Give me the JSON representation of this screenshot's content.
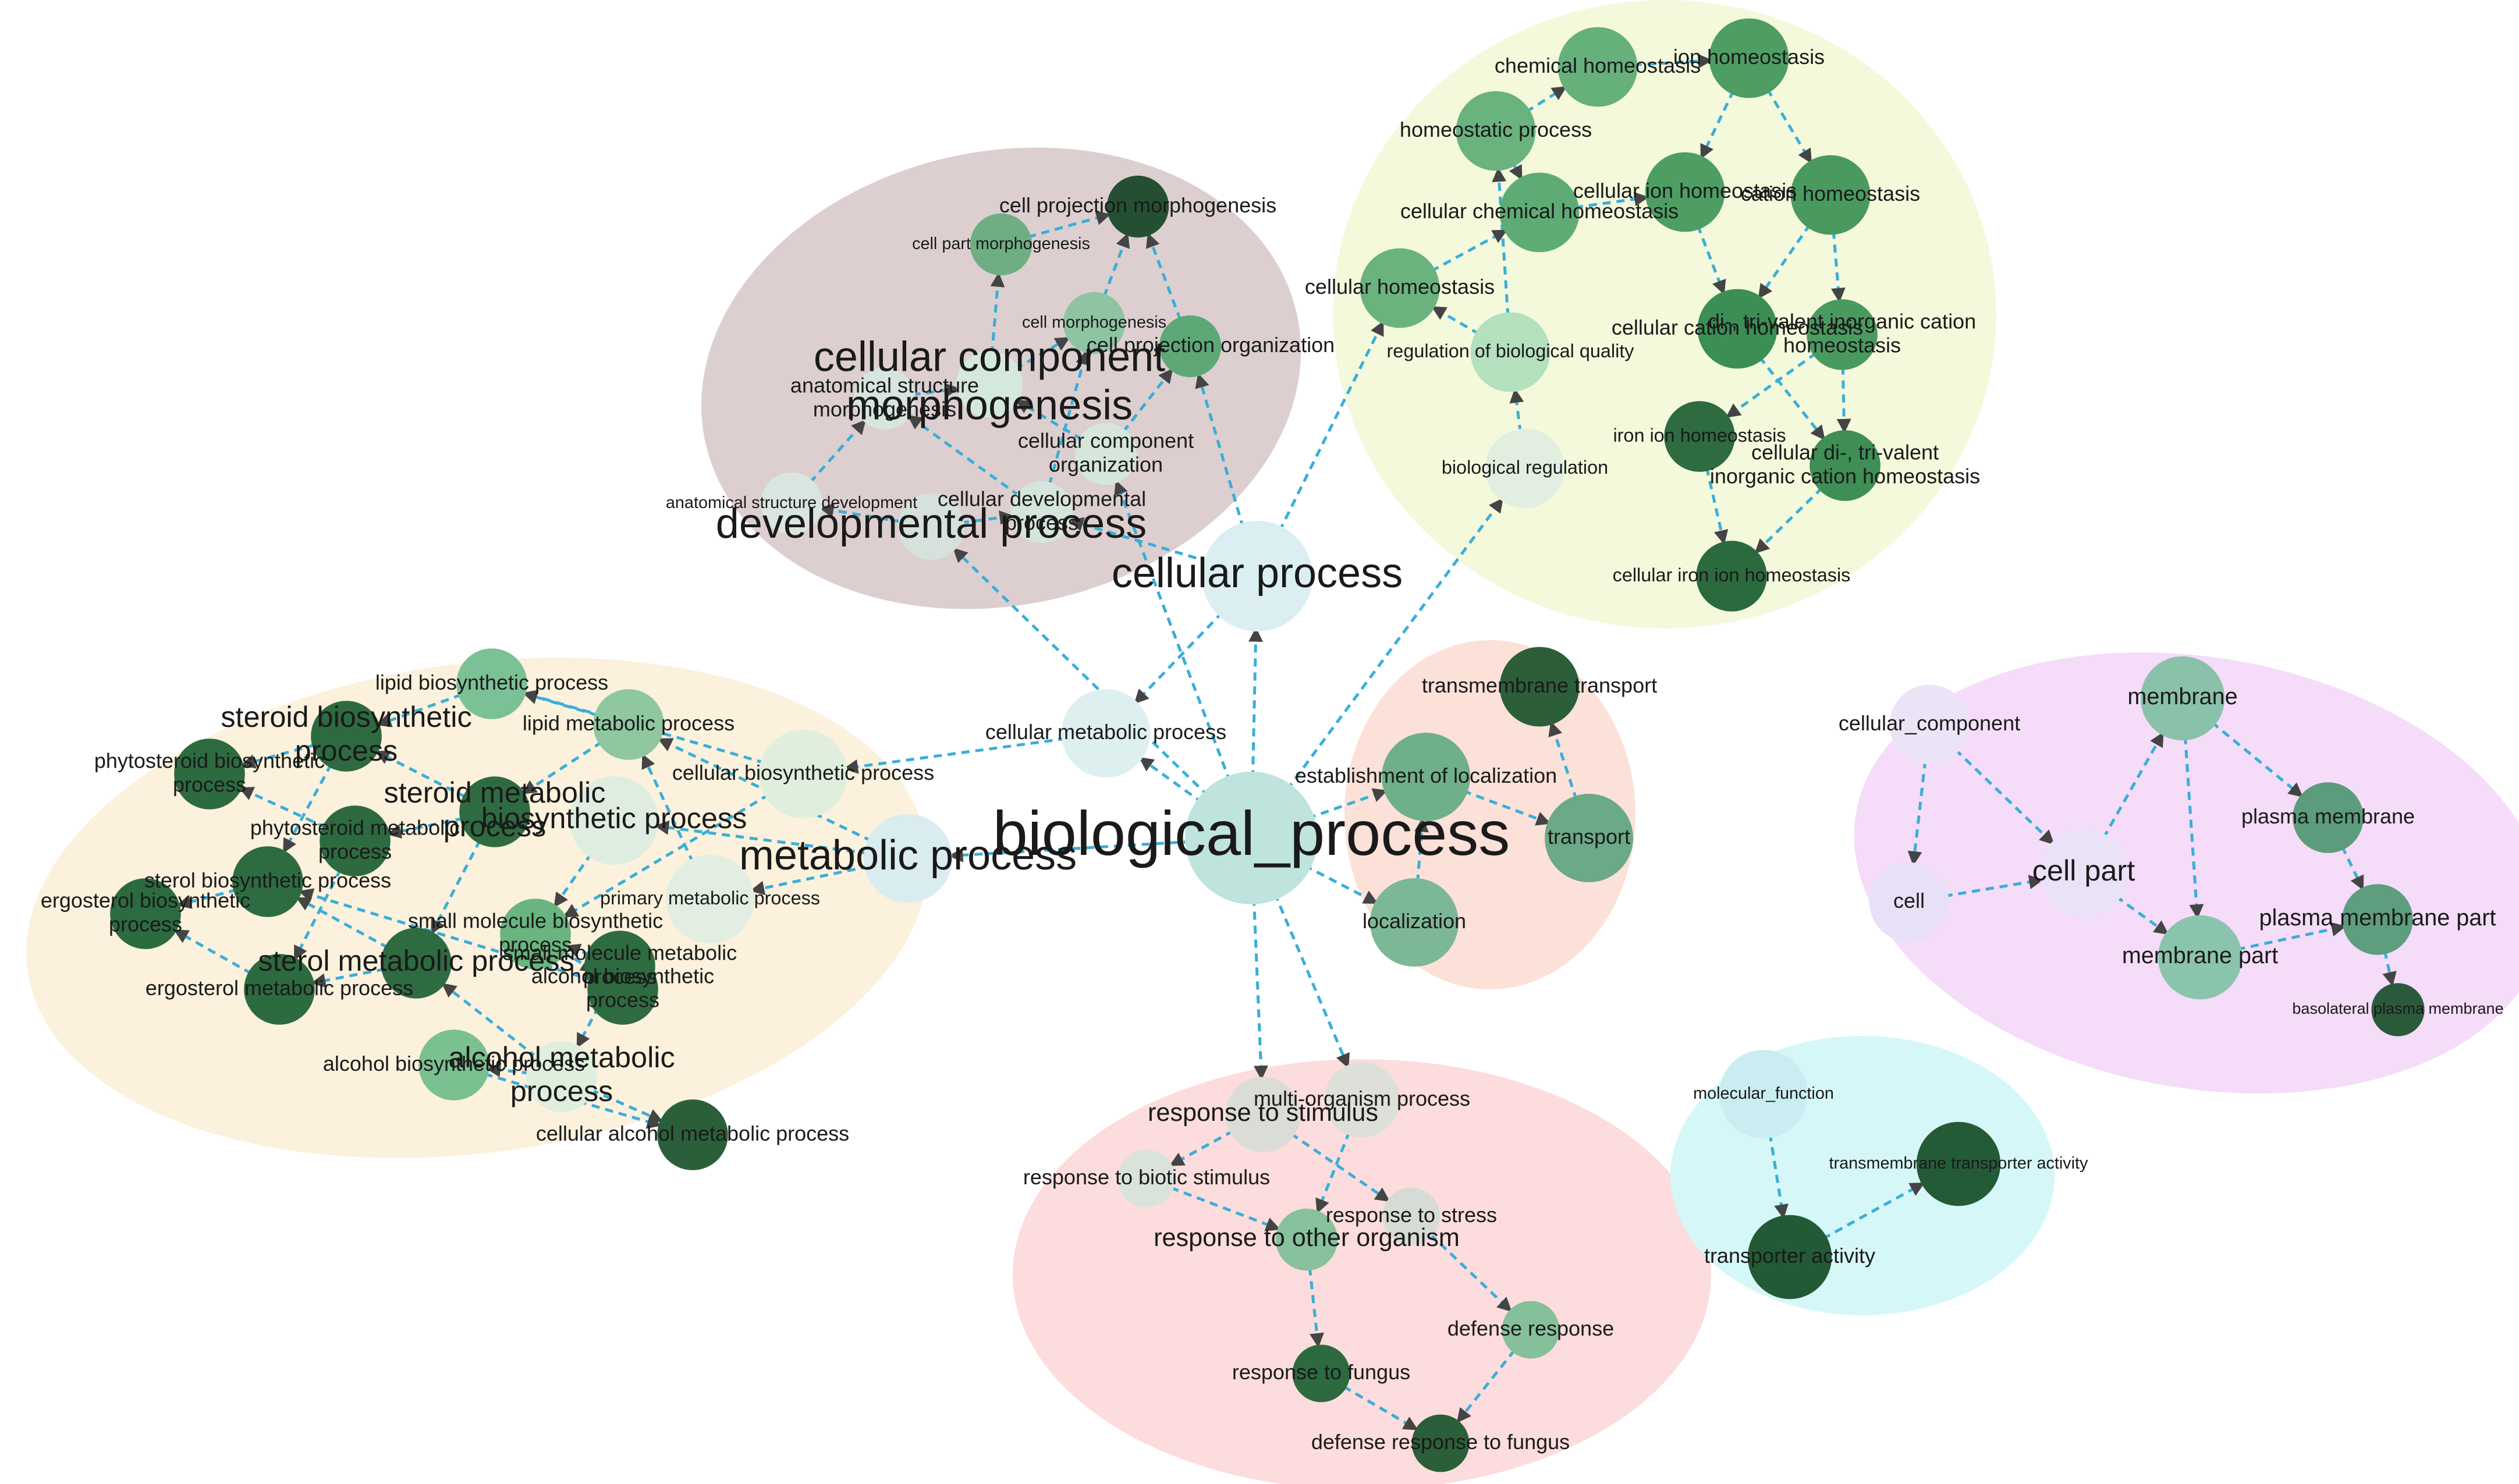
{
  "graph": {
    "clusters": [
      {
        "id": "c_morph",
        "color": "#ddcfd0"
      },
      {
        "id": "c_homeo",
        "color": "#f4f9dc"
      },
      {
        "id": "c_lipid",
        "color": "#fbf1dc"
      },
      {
        "id": "c_transport",
        "color": "#fbe1d8"
      },
      {
        "id": "c_response",
        "color": "#fcdcdc"
      },
      {
        "id": "c_membrane",
        "color": "#f5dcf9"
      },
      {
        "id": "c_molfunc",
        "color": "#d6f7f8"
      }
    ],
    "nodes": [
      {
        "id": "bp",
        "label": "biological_process",
        "color": "#bfe3dd",
        "size": 3,
        "font": 3
      },
      {
        "id": "cp",
        "label": "cellular process",
        "color": "#dbeff2",
        "size": 2.5,
        "font": 2
      },
      {
        "id": "cmp",
        "label": "cellular metabolic process",
        "color": "#deeff0",
        "size": 2,
        "font": 1
      },
      {
        "id": "mp",
        "label": "metabolic process",
        "color": "#d9ecef",
        "size": 2,
        "font": 2
      },
      {
        "id": "eol",
        "label": "establishment of localization",
        "color": "#6fb08a",
        "size": 2,
        "font": 1
      },
      {
        "id": "tmt",
        "label": "transmembrane transport",
        "color": "#2c5e3a",
        "size": 1.8,
        "font": 1
      },
      {
        "id": "tr",
        "label": "transport",
        "color": "#6ca986",
        "size": 2,
        "font": 1
      },
      {
        "id": "loc",
        "label": "localization",
        "color": "#7db896",
        "size": 2,
        "font": 1
      },
      {
        "id": "dp",
        "label": "developmental process",
        "color": "#d6e1dc",
        "size": 1.5,
        "font": 2
      },
      {
        "id": "cdp",
        "label": "cellular developmental\nprocess",
        "color": "#d5e5dc",
        "size": 1.4,
        "font": 1
      },
      {
        "id": "asd",
        "label": "anatomical structure development",
        "color": "#d9e6e0",
        "size": 1.4,
        "font": 0.8
      },
      {
        "id": "asm",
        "label": "anatomical structure\nmorphogenesis",
        "color": "#d6e5dd",
        "size": 1.4,
        "font": 1
      },
      {
        "id": "ccm",
        "label": "cellular component\nmorphogenesis",
        "color": "#d4e8dd",
        "size": 1.5,
        "font": 2
      },
      {
        "id": "cco",
        "label": "cellular component\norganization",
        "color": "#d5e6dd",
        "size": 1.4,
        "font": 1
      },
      {
        "id": "cm",
        "label": "cell morphogenesis",
        "color": "#8fc4a3",
        "size": 1.4,
        "font": 0.8
      },
      {
        "id": "cpo",
        "label": "cell projection organization",
        "color": "#5ea877",
        "size": 1.4,
        "font": 1
      },
      {
        "id": "cpm2",
        "label": "cell part morphogenesis",
        "color": "#6eae82",
        "size": 1.4,
        "font": 0.8
      },
      {
        "id": "cpm",
        "label": "cell projection morphogenesis",
        "color": "#254f33",
        "size": 1.4,
        "font": 1
      },
      {
        "id": "breg",
        "label": "biological regulation",
        "color": "#e2efe0",
        "size": 1.8,
        "font": 0.9
      },
      {
        "id": "rbq",
        "label": "regulation of biological quality",
        "color": "#b4e0be",
        "size": 1.8,
        "font": 0.9
      },
      {
        "id": "ch",
        "label": "cellular homeostasis",
        "color": "#6ab37f",
        "size": 1.8,
        "font": 1
      },
      {
        "id": "hp",
        "label": "homeostatic process",
        "color": "#6ab37f",
        "size": 1.8,
        "font": 1
      },
      {
        "id": "chh",
        "label": "chemical homeostasis",
        "color": "#66b07c",
        "size": 1.8,
        "font": 1
      },
      {
        "id": "cchh",
        "label": "cellular chemical homeostasis",
        "color": "#5fab76",
        "size": 1.8,
        "font": 1
      },
      {
        "id": "ih",
        "label": "ion homeostasis",
        "color": "#4e9e64",
        "size": 1.8,
        "font": 1
      },
      {
        "id": "cih",
        "label": "cellular ion homeostasis",
        "color": "#4e9e64",
        "size": 1.8,
        "font": 1
      },
      {
        "id": "cath",
        "label": "cation homeostasis",
        "color": "#4a9a60",
        "size": 1.8,
        "font": 1
      },
      {
        "id": "ccath",
        "label": "cellular cation homeostasis",
        "color": "#3c8f54",
        "size": 1.8,
        "font": 1
      },
      {
        "id": "dtv",
        "label": "di-, tri-valent inorganic cation\nhomeostasis",
        "color": "#4a9a60",
        "size": 1.6,
        "font": 1
      },
      {
        "id": "iih",
        "label": "iron ion homeostasis",
        "color": "#2e6b40",
        "size": 1.6,
        "font": 0.9
      },
      {
        "id": "cdtv",
        "label": "cellular di-, tri-valent\ninorganic cation homeostasis",
        "color": "#3e8e55",
        "size": 1.6,
        "font": 1
      },
      {
        "id": "ciih",
        "label": "cellular iron ion homeostasis",
        "color": "#2b6a3e",
        "size": 1.6,
        "font": 0.9
      },
      {
        "id": "lbp",
        "label": "lipid biosynthetic process",
        "color": "#7cc196",
        "size": 1.6,
        "font": 1
      },
      {
        "id": "lmp",
        "label": "lipid metabolic process",
        "color": "#8ec7a0",
        "size": 1.6,
        "font": 1
      },
      {
        "id": "cbp",
        "label": "cellular biosynthetic process",
        "color": "#e0eedd",
        "size": 2,
        "font": 1
      },
      {
        "id": "biop",
        "label": "biosynthetic process",
        "color": "#dfede1",
        "size": 2,
        "font": 1.4
      },
      {
        "id": "pmp",
        "label": "primary metabolic process",
        "color": "#e3eee3",
        "size": 2,
        "font": 0.9
      },
      {
        "id": "sbp",
        "label": "steroid biosynthetic\nprocess",
        "color": "#2e6a40",
        "size": 1.6,
        "font": 1.4
      },
      {
        "id": "smp",
        "label": "steroid metabolic\nprocess",
        "color": "#2f6b41",
        "size": 1.6,
        "font": 1.4
      },
      {
        "id": "phbp",
        "label": "phytosteroid biosynthetic\nprocess",
        "color": "#2d6a40",
        "size": 1.6,
        "font": 1
      },
      {
        "id": "phmp",
        "label": "phytosteroid metabolic\nprocess",
        "color": "#2d6a40",
        "size": 1.6,
        "font": 1
      },
      {
        "id": "stbp",
        "label": "sterol biosynthetic process",
        "color": "#2e6b41",
        "size": 1.6,
        "font": 1
      },
      {
        "id": "stmp",
        "label": "sterol metabolic process",
        "color": "#2f6b41",
        "size": 1.6,
        "font": 1.4
      },
      {
        "id": "ebp",
        "label": "ergosterol biosynthetic\nprocess",
        "color": "#2c6a3f",
        "size": 1.6,
        "font": 1
      },
      {
        "id": "emp",
        "label": "ergosterol metabolic process",
        "color": "#2c6a3f",
        "size": 1.6,
        "font": 1
      },
      {
        "id": "smbp",
        "label": "small molecule biosynthetic\nprocess",
        "color": "#6ab47f",
        "size": 1.6,
        "font": 1
      },
      {
        "id": "abp",
        "label": "alcohol biosynthetic\nprocess",
        "color": "#2e6b41",
        "size": 1.6,
        "font": 1
      },
      {
        "id": "smmp",
        "label": "small molecule metabolic\nprocess",
        "color": "#2f6b41",
        "size": 1.6,
        "font": 1
      },
      {
        "id": "abp2",
        "label": "alcohol biosynthetic process",
        "color": "#7bc090",
        "size": 1.6,
        "font": 1
      },
      {
        "id": "amp",
        "label": "alcohol metabolic\nprocess",
        "color": "#dfeedd",
        "size": 1.6,
        "font": 1.4
      },
      {
        "id": "camp",
        "label": "cellular alcohol metabolic process",
        "color": "#2b5f39",
        "size": 1.6,
        "font": 1
      },
      {
        "id": "rts",
        "label": "response to stimulus",
        "color": "#dcdcd7",
        "size": 1.7,
        "font": 1.2
      },
      {
        "id": "mop",
        "label": "multi-organism process",
        "color": "#dddfd9",
        "size": 1.7,
        "font": 1
      },
      {
        "id": "rtbs",
        "label": "response to biotic stimulus",
        "color": "#d9e3dc",
        "size": 1.3,
        "font": 1
      },
      {
        "id": "rtst",
        "label": "response to stress",
        "color": "#d6dcd5",
        "size": 1.3,
        "font": 1
      },
      {
        "id": "rtoo",
        "label": "response to other organism",
        "color": "#87c29c",
        "size": 1.4,
        "font": 1.2
      },
      {
        "id": "dr",
        "label": "defense response",
        "color": "#86c09a",
        "size": 1.3,
        "font": 1
      },
      {
        "id": "rtf",
        "label": "response to fungus",
        "color": "#2d6a40",
        "size": 1.3,
        "font": 1
      },
      {
        "id": "drtf",
        "label": "defense response to fungus",
        "color": "#2b5f39",
        "size": 1.3,
        "font": 1
      },
      {
        "id": "cc",
        "label": "cellular_component",
        "color": "#ebe3f6",
        "size": 1.8,
        "font": 1
      },
      {
        "id": "cell",
        "label": "cell",
        "color": "#e8e0f6",
        "size": 1.8,
        "font": 1
      },
      {
        "id": "cellpart",
        "label": "cell part",
        "color": "#eae3f7",
        "size": 2,
        "font": 1.4
      },
      {
        "id": "mem",
        "label": "membrane",
        "color": "#8ac1aa",
        "size": 1.9,
        "font": 1.1
      },
      {
        "id": "pm",
        "label": "plasma membrane",
        "color": "#5c9c7c",
        "size": 1.6,
        "font": 1
      },
      {
        "id": "mpart",
        "label": "membrane part",
        "color": "#8ac4ad",
        "size": 1.9,
        "font": 1.1
      },
      {
        "id": "pmp2",
        "label": "plasma membrane part",
        "color": "#5e9d7e",
        "size": 1.6,
        "font": 1.1
      },
      {
        "id": "bpm",
        "label": "basolateral plasma membrane",
        "color": "#2b5a3b",
        "size": 1.2,
        "font": 0.75
      },
      {
        "id": "mf",
        "label": "molecular_function",
        "color": "#c9edf1",
        "size": 2,
        "font": 0.8
      },
      {
        "id": "ta",
        "label": "transporter activity",
        "color": "#235a36",
        "size": 1.9,
        "font": 1
      },
      {
        "id": "tta",
        "label": "transmembrane transporter activity",
        "color": "#245b37",
        "size": 1.9,
        "font": 0.8
      }
    ],
    "edges": [
      [
        "bp",
        "cp"
      ],
      [
        "bp",
        "cmp"
      ],
      [
        "bp",
        "mp"
      ],
      [
        "bp",
        "eol"
      ],
      [
        "bp",
        "loc"
      ],
      [
        "bp",
        "rts"
      ],
      [
        "bp",
        "mop"
      ],
      [
        "bp",
        "breg"
      ],
      [
        "bp",
        "cco"
      ],
      [
        "bp",
        "dp"
      ],
      [
        "cp",
        "cmp"
      ],
      [
        "cp",
        "cdp"
      ],
      [
        "cp",
        "cpo"
      ],
      [
        "cp",
        "ch"
      ],
      [
        "cmp",
        "cbp"
      ],
      [
        "mp",
        "pmp"
      ],
      [
        "mp",
        "lmp"
      ],
      [
        "mp",
        "biop"
      ],
      [
        "eol",
        "tr"
      ],
      [
        "tr",
        "tmt"
      ],
      [
        "loc",
        "eol"
      ],
      [
        "dp",
        "asd"
      ],
      [
        "dp",
        "cdp"
      ],
      [
        "asd",
        "asm"
      ],
      [
        "cdp",
        "asm"
      ],
      [
        "cdp",
        "cm"
      ],
      [
        "asm",
        "ccm"
      ],
      [
        "ccm",
        "cm"
      ],
      [
        "cco",
        "cpo"
      ],
      [
        "cco",
        "ccm"
      ],
      [
        "cm",
        "cpm"
      ],
      [
        "cpo",
        "cpm"
      ],
      [
        "cpm2",
        "cpm"
      ],
      [
        "ccm",
        "cpm2"
      ],
      [
        "breg",
        "rbq"
      ],
      [
        "rbq",
        "hp"
      ],
      [
        "rbq",
        "ch"
      ],
      [
        "hp",
        "chh"
      ],
      [
        "hp",
        "cchh"
      ],
      [
        "ch",
        "cchh"
      ],
      [
        "chh",
        "ih"
      ],
      [
        "cchh",
        "cih"
      ],
      [
        "ih",
        "cih"
      ],
      [
        "ih",
        "cath"
      ],
      [
        "cih",
        "ccath"
      ],
      [
        "cath",
        "ccath"
      ],
      [
        "cath",
        "dtv"
      ],
      [
        "ccath",
        "cdtv"
      ],
      [
        "dtv",
        "cdtv"
      ],
      [
        "dtv",
        "iih"
      ],
      [
        "iih",
        "ciih"
      ],
      [
        "cdtv",
        "ciih"
      ],
      [
        "cbp",
        "lbp"
      ],
      [
        "lmp",
        "lbp"
      ],
      [
        "cbp",
        "smbp"
      ],
      [
        "biop",
        "smbp"
      ],
      [
        "pmp",
        "lmp"
      ],
      [
        "lmp",
        "smp"
      ],
      [
        "lbp",
        "sbp"
      ],
      [
        "smp",
        "sbp"
      ],
      [
        "smp",
        "phmp"
      ],
      [
        "sbp",
        "phbp"
      ],
      [
        "phmp",
        "phbp"
      ],
      [
        "smp",
        "stmp"
      ],
      [
        "sbp",
        "stbp"
      ],
      [
        "stmp",
        "stbp"
      ],
      [
        "stmp",
        "emp"
      ],
      [
        "stbp",
        "ebp"
      ],
      [
        "emp",
        "ebp"
      ],
      [
        "phmp",
        "emp"
      ],
      [
        "smbp",
        "abp"
      ],
      [
        "smmp",
        "amp"
      ],
      [
        "amp",
        "abp2"
      ],
      [
        "amp",
        "camp"
      ],
      [
        "abp2",
        "camp"
      ],
      [
        "smmp",
        "smbp"
      ],
      [
        "amp",
        "stmp"
      ],
      [
        "abp",
        "stbp"
      ],
      [
        "rts",
        "rtbs"
      ],
      [
        "rts",
        "rtst"
      ],
      [
        "mop",
        "rtoo"
      ],
      [
        "rtbs",
        "rtoo"
      ],
      [
        "rtst",
        "dr"
      ],
      [
        "rtoo",
        "rtf"
      ],
      [
        "dr",
        "drtf"
      ],
      [
        "rtf",
        "drtf"
      ],
      [
        "cc",
        "cell"
      ],
      [
        "cc",
        "cellpart"
      ],
      [
        "cell",
        "cellpart"
      ],
      [
        "cellpart",
        "mem"
      ],
      [
        "cellpart",
        "mpart"
      ],
      [
        "mem",
        "pm"
      ],
      [
        "mem",
        "mpart"
      ],
      [
        "pm",
        "pmp2"
      ],
      [
        "mpart",
        "pmp2"
      ],
      [
        "pmp2",
        "bpm"
      ],
      [
        "mf",
        "ta"
      ],
      [
        "ta",
        "tta"
      ]
    ]
  }
}
